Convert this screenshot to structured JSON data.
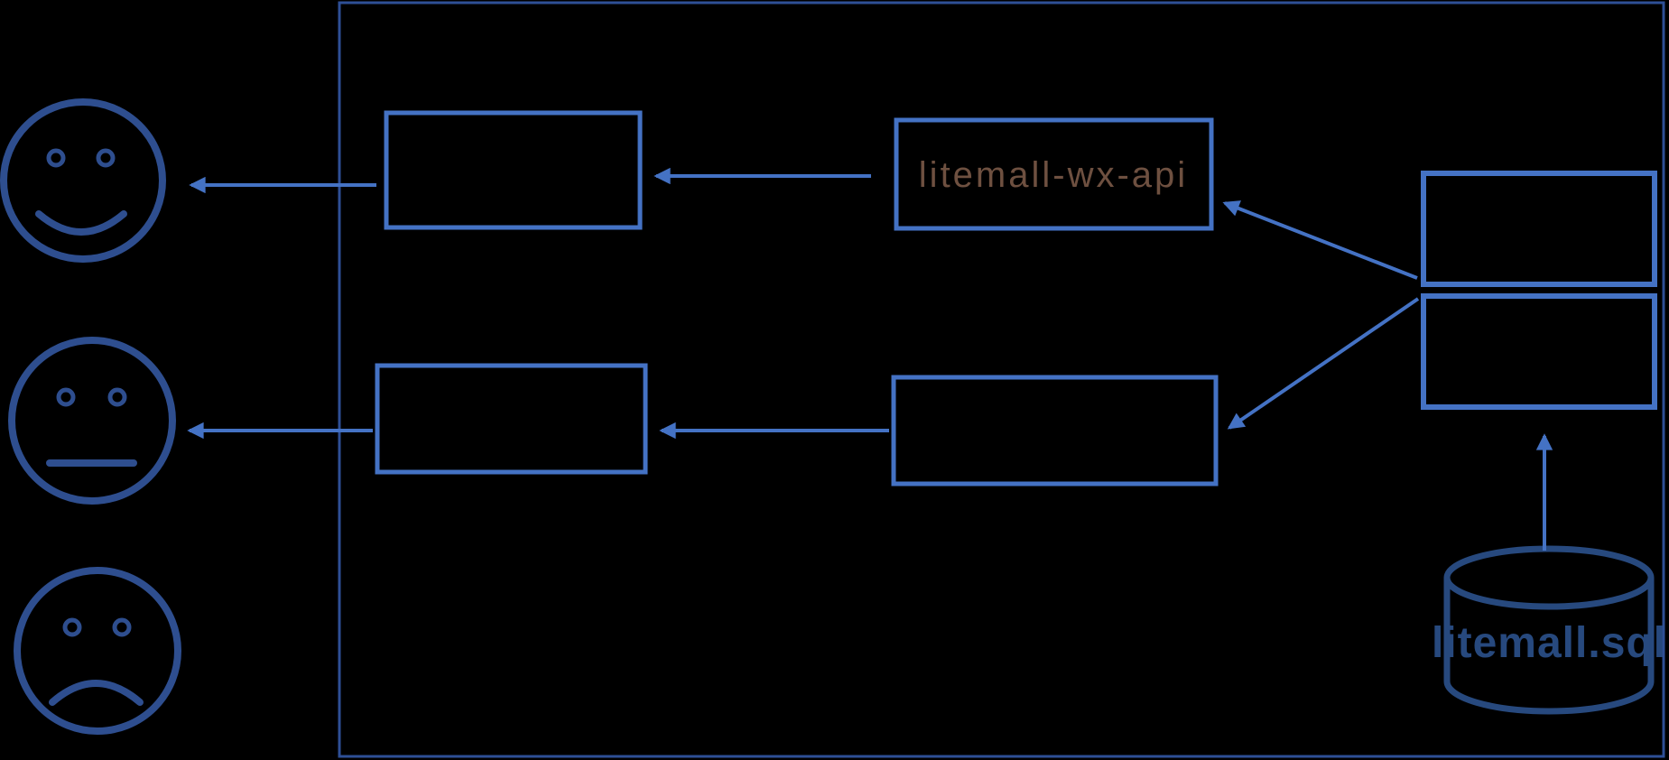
{
  "colors": {
    "background": "#000000",
    "accent": "#4472c4",
    "container": "#2e4f96",
    "face": "#2e4e8f",
    "db": "#27497e",
    "wxapi_text": "#6e5040"
  },
  "nodes": {
    "frontend_top": {
      "label": ""
    },
    "wx_api": {
      "label": "litemall-wx-api"
    },
    "frontend_bottom": {
      "label": ""
    },
    "backend_bottom": {
      "label": ""
    },
    "service_top": {
      "label": ""
    },
    "service_bottom": {
      "label": ""
    },
    "database": {
      "label": "litemall.sql"
    }
  },
  "actors": {
    "user_happy": "happy-face",
    "user_neutral": "neutral-face",
    "user_sad": "sad-face"
  }
}
